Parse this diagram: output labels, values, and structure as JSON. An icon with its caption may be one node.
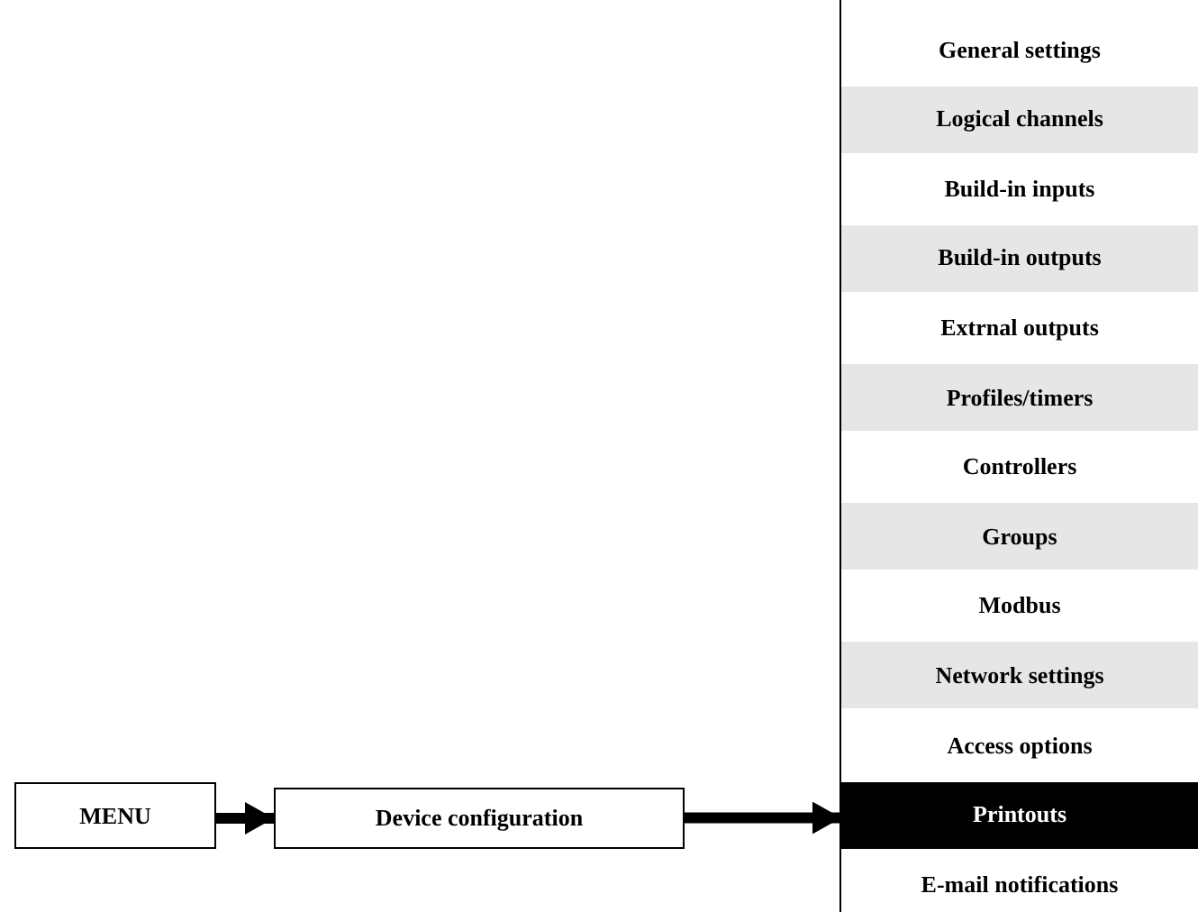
{
  "diagram": {
    "nodes": [
      {
        "text": [
          "MENU"
        ]
      },
      {
        "text": [
          "Device configuration"
        ]
      },
      {
        "text": [
          "General settings"
        ]
      },
      {
        "text": [
          "Logical channels"
        ]
      },
      {
        "text": [
          "Build-in inputs"
        ]
      },
      {
        "text": [
          "Build-in outputs"
        ]
      },
      {
        "text": [
          "Extrnal outputs"
        ]
      },
      {
        "text": [
          "Profiles/timers"
        ]
      },
      {
        "text": [
          "Controllers"
        ]
      },
      {
        "text": [
          "Groups"
        ]
      },
      {
        "text": [
          "Modbus"
        ]
      },
      {
        "text": [
          "Network settings"
        ]
      },
      {
        "text": [
          "Access options"
        ]
      },
      {
        "text": [
          "Printouts"
        ]
      },
      {
        "text": [
          "E-mail notifications"
        ]
      }
    ],
    "edges": [
      {
        "from": 0,
        "to": 1,
        "arrow": "to"
      },
      {
        "from": 1,
        "to": 13,
        "arrow": "to"
      }
    ]
  }
}
